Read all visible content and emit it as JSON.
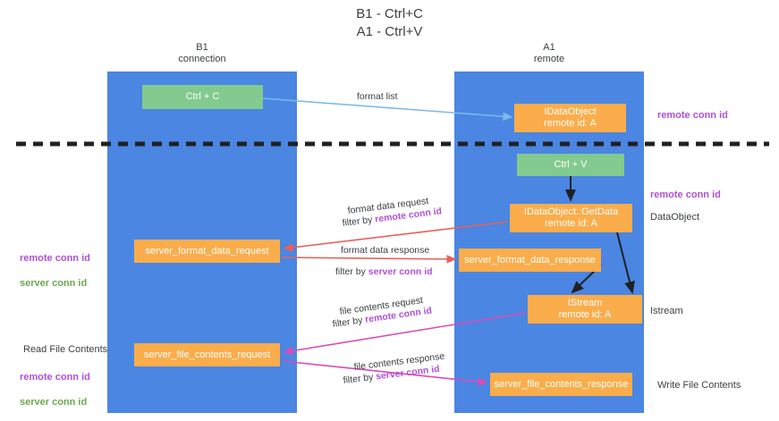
{
  "title": "B1 - Ctrl+C\nA1 - Ctrl+V",
  "columns": [
    {
      "id": "b1",
      "header": "B1\nconnection",
      "color": "#4a86e2"
    },
    {
      "id": "a1",
      "header": "A1\nremote",
      "color": "#4a86e2"
    }
  ],
  "colors": {
    "column_blue": "#4a86e2",
    "box_green": "#82ca8f",
    "box_orange": "#fbad4b",
    "accent_purple": "#b14fd8",
    "accent_green": "#6aa84f",
    "arrow_red": "#e8615a",
    "arrow_pink": "#d94bb8",
    "arrow_blue": "#7fb8e8",
    "arrow_black": "#202124",
    "divider_black": "#202124"
  },
  "boxes": {
    "ctrl_c": "Ctrl + C",
    "idataobject": "IDataObject\nremote id: A",
    "ctrl_v": "Ctrl + V",
    "getdata": "IDataObject::GetData\nremote id: A",
    "server_format_data_request": "server_format_data_request",
    "server_format_data_response": "server_format_data_response",
    "istream": "IStream\nremote id: A",
    "server_file_contents_request": "server_file_contents_request",
    "server_file_contents_response": "server_file_contents_response"
  },
  "edge_labels": {
    "format_list": "format list",
    "format_data_request": "format data request",
    "format_data_request_filter_prefix": "filter by ",
    "format_data_request_filter_value": "remote conn id",
    "format_data_response": "format data response",
    "format_data_response_filter_prefix": "filter by ",
    "format_data_response_filter_value": "server conn id",
    "file_contents_request": "file contents request",
    "file_contents_request_filter_prefix": "filter by ",
    "file_contents_request_filter_value": "remote conn id",
    "file_contents_response": "file contents response",
    "file_contents_response_filter_prefix": "filter by ",
    "file_contents_response_filter_value": "server conn id"
  },
  "annotations": {
    "remote_conn_id_top": "remote conn id",
    "remote_conn_id_mid": "remote conn id",
    "dataobject": "DataObject",
    "istream": "Istream",
    "write_file_contents": "Write File Contents",
    "read_file_contents": "Read File Contents",
    "left_remote_conn_id_mid": "remote conn id",
    "left_server_conn_id_mid": "server conn id",
    "left_remote_conn_id_bottom": "remote conn id",
    "left_server_conn_id_bottom": "server conn id"
  }
}
